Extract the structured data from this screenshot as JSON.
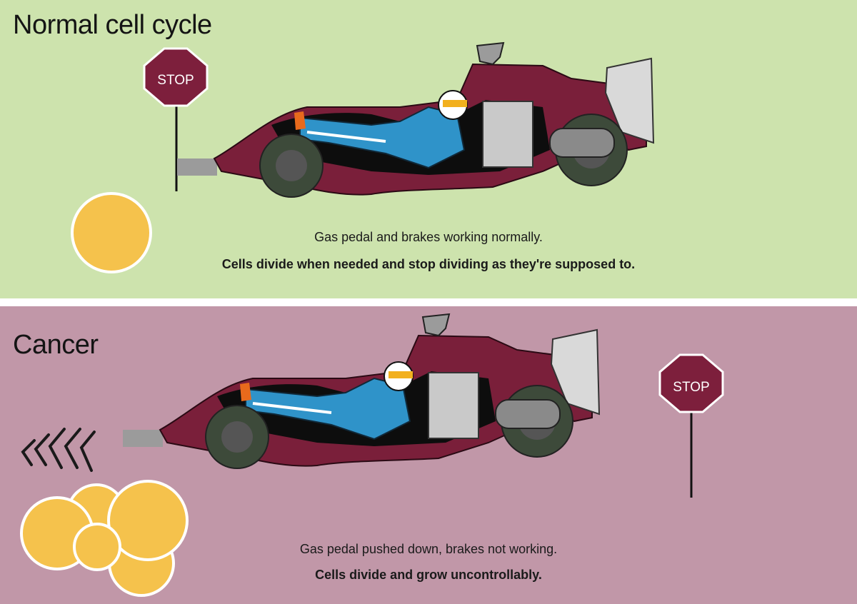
{
  "normal": {
    "title": "Normal cell cycle",
    "stop_sign": "STOP",
    "caption_line1": "Gas pedal and brakes working normally.",
    "caption_line2": "Cells divide when needed and stop dividing as they're supposed to."
  },
  "cancer": {
    "title": "Cancer",
    "stop_sign": "STOP",
    "caption_line1": "Gas pedal pushed down, brakes not working.",
    "caption_line2": "Cells divide and grow uncontrollably."
  },
  "colors": {
    "normal_background": "#cde3ad",
    "cancer_background": "#c197a8",
    "car_body": "#7a1f3a",
    "stop_sign": "#7d1f3c",
    "cell": "#f5c24c",
    "driver_suit": "#2f93c9"
  }
}
